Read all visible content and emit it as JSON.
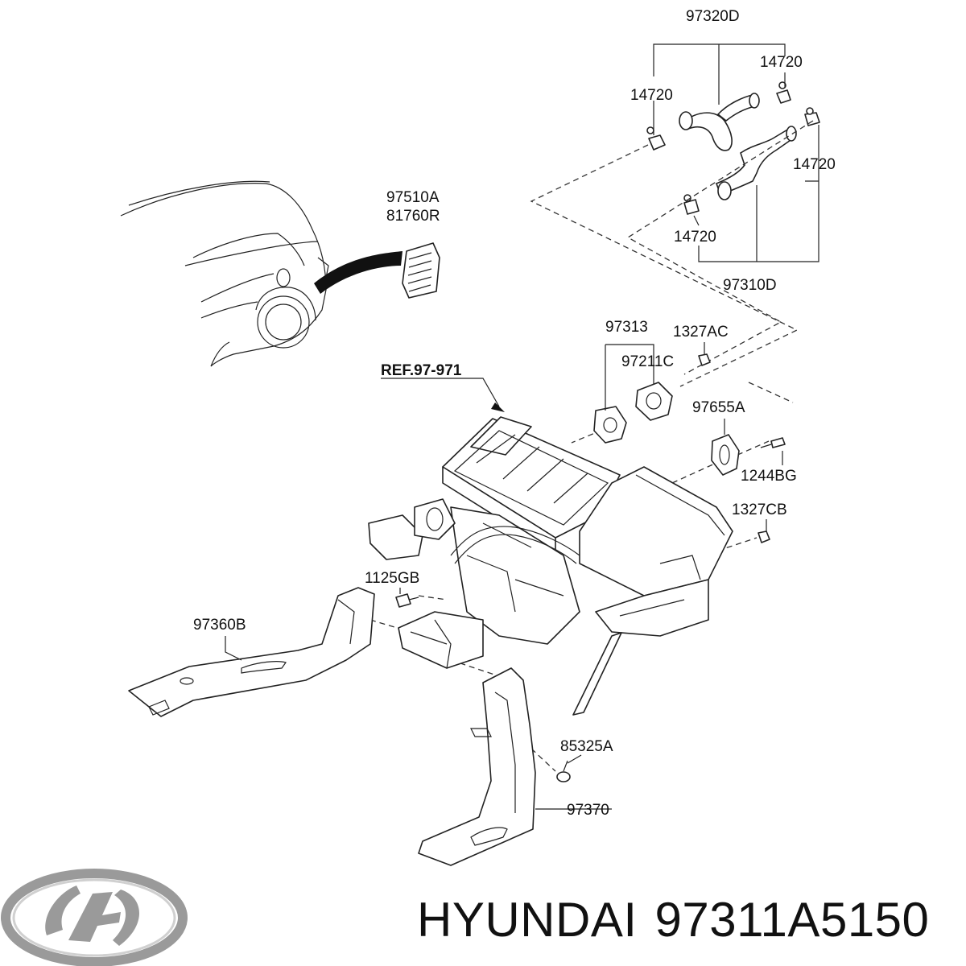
{
  "labels": {
    "p97320D": "97320D",
    "p14720_a": "14720",
    "p14720_b": "14720",
    "p14720_c": "14720",
    "p14720_d": "14720",
    "p97310D": "97310D",
    "p97510A": "97510A",
    "p81760R": "81760R",
    "p97313": "97313",
    "p1327AC": "1327AC",
    "p97211C": "97211C",
    "ref": "REF.97-971",
    "p97655A": "97655A",
    "p1244BG": "1244BG",
    "p1327CB": "1327CB",
    "p1125GB": "1125GB",
    "p97360B": "97360B",
    "p85325A": "85325A",
    "p97370": "97370"
  },
  "footer": {
    "brand": "HYUNDAI",
    "part_number": "97311A5150"
  },
  "logo": {
    "icon": "hyundai-logo-icon",
    "color": "#a0a0a0"
  }
}
